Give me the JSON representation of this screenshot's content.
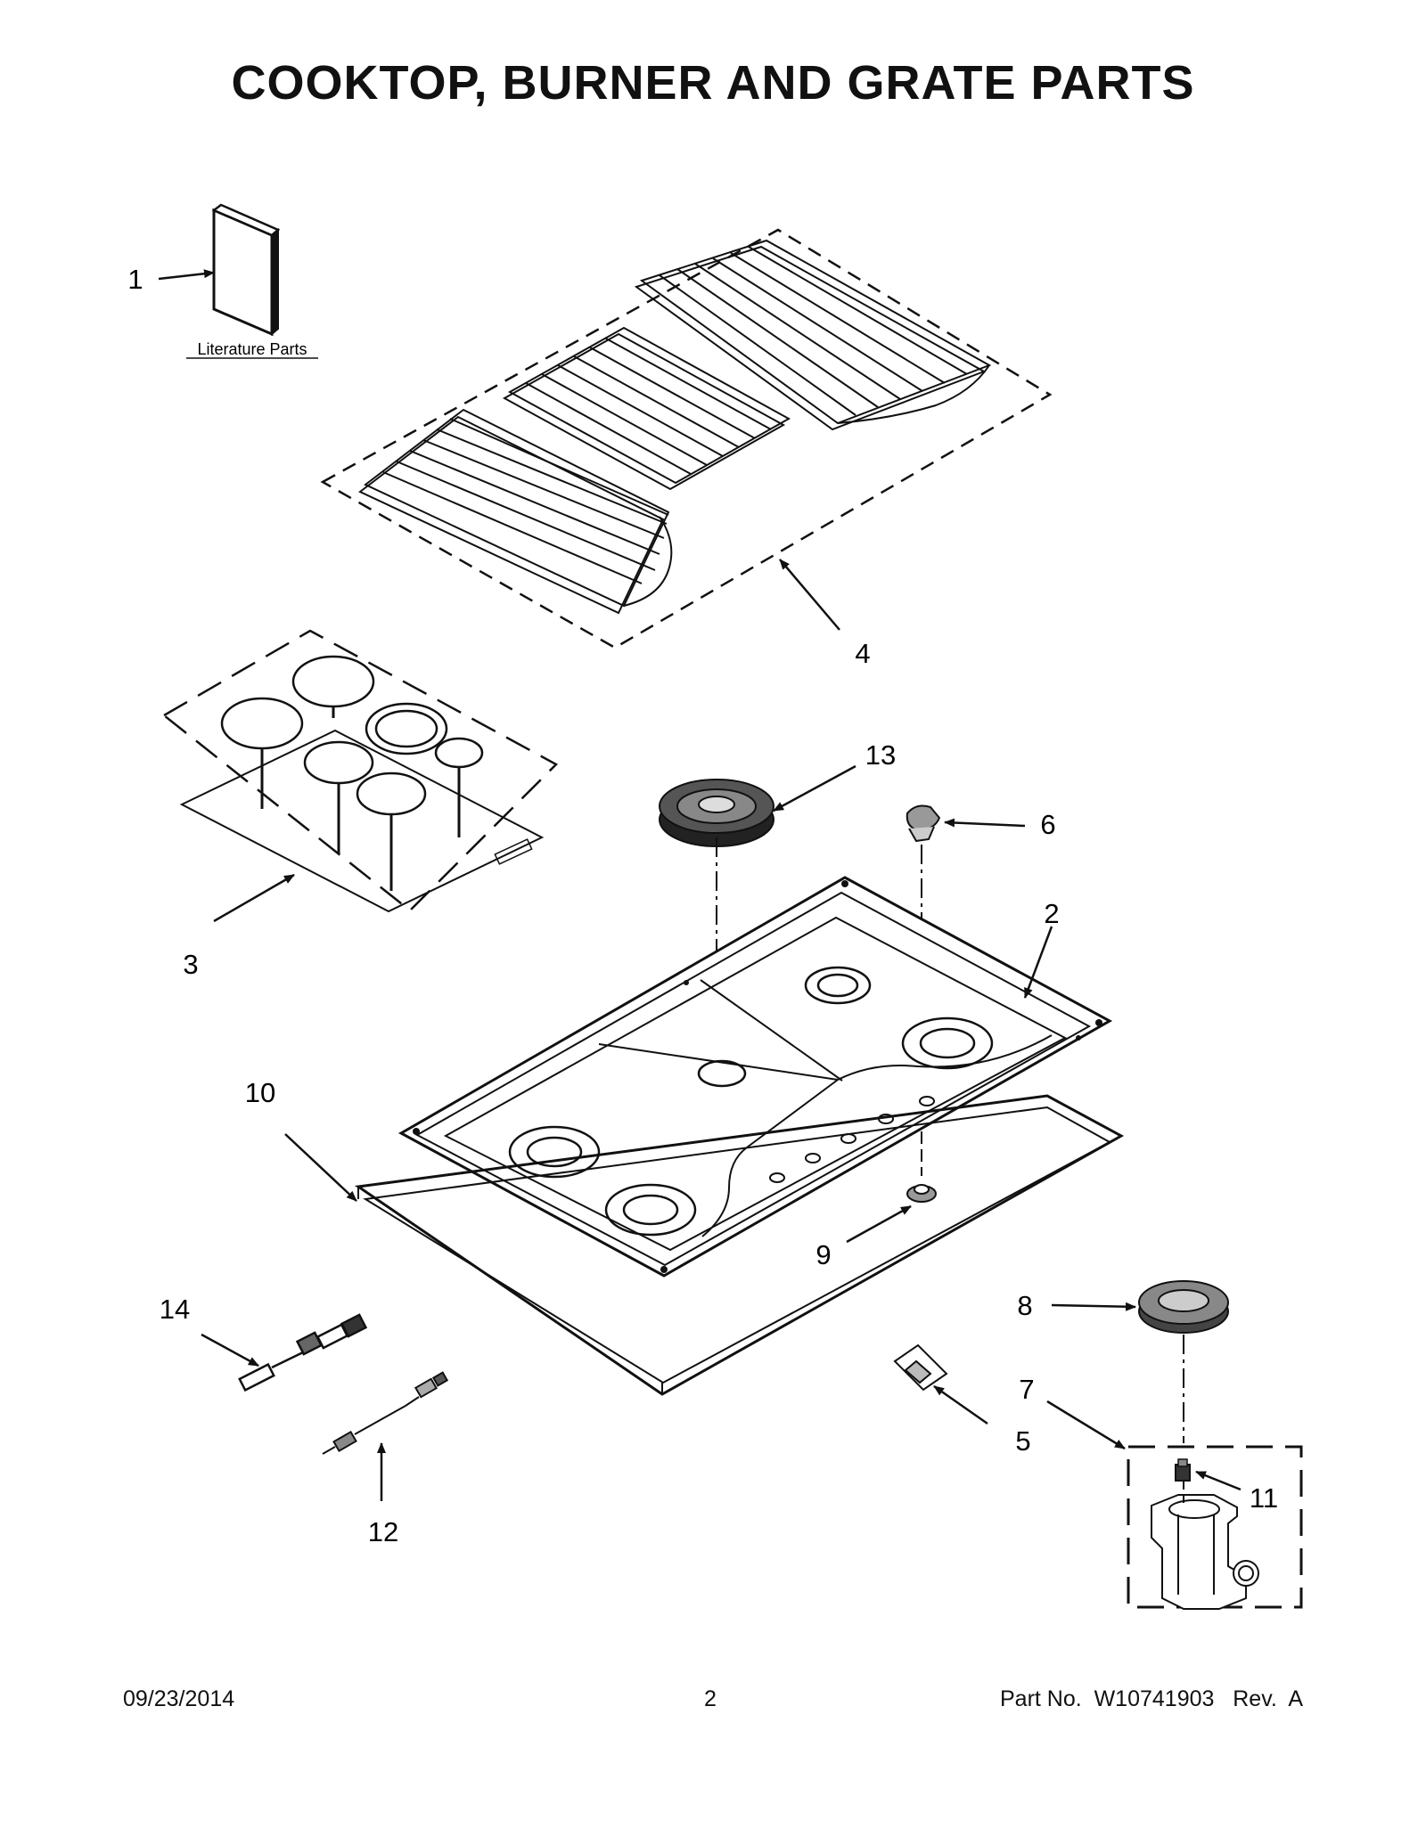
{
  "title": "COOKTOP, BURNER AND GRATE PARTS",
  "literature_label": "Literature Parts",
  "callouts": {
    "c1": "1",
    "c2": "2",
    "c3": "3",
    "c4": "4",
    "c5": "5",
    "c6": "6",
    "c7": "7",
    "c8": "8",
    "c9": "9",
    "c10": "10",
    "c11": "11",
    "c12": "12",
    "c13": "13",
    "c14": "14"
  },
  "footer": {
    "date": "09/23/2014",
    "page": "2",
    "part": "Part No.  W10741903   Rev.  A"
  }
}
